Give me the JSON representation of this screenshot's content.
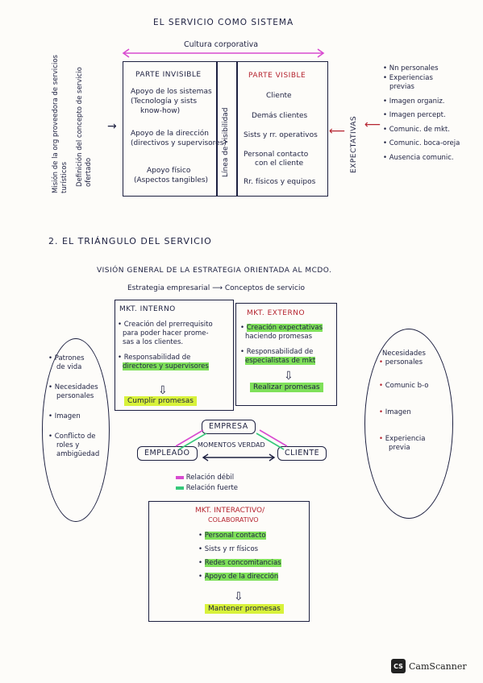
{
  "section1": {
    "title": "EL SERVICIO COMO SISTEMA",
    "culture_label": "Cultura corporativa",
    "left_vertical_1": "Misión de la org proveedora de servicios turísticos",
    "left_vertical_2": "Definición del concepto de servicio ofertado",
    "invisible": {
      "header": "PARTE INVISIBLE",
      "items": [
        [
          "Apoyo de los sistemas",
          "(Tecnología y sists",
          "know-how)"
        ],
        [
          "Apoyo de la dirección",
          "(directivos y supervisores)"
        ],
        [
          "Apoyo físico",
          "(Aspectos tangibles)"
        ]
      ]
    },
    "visibility_line": "Línea de visibilidad",
    "visible": {
      "header": "PARTE VISIBLE",
      "items": [
        "Cliente",
        "Demás clientes",
        "Sists y rr. operativos",
        "Personal contacto",
        "con el cliente",
        "Rr. físicos y equipos"
      ]
    },
    "expectations_label": "EXPECTATIVAS",
    "right_list": [
      "Nn personales",
      "Experiencias",
      "previas",
      "Imagen organiz.",
      "Imagen percept.",
      "Comunic. de mkt.",
      "Comunic. boca-oreja",
      "Ausencia comunic."
    ]
  },
  "section2": {
    "title": "2. EL TRIÁNGULO DEL SERVICIO",
    "subtitle": "VISIÓN GENERAL DE LA ESTRATEGIA ORIENTADA AL MCDO.",
    "strategy_line": "Estrategia empresarial ⟶ Conceptos de servicio",
    "internal": {
      "header": "MKT. INTERNO",
      "b1": [
        "Creación del prerrequisito",
        "para poder hacer prome-",
        "sas a los clientes."
      ],
      "b2": [
        "Responsabilidad de",
        "directores y supervisores"
      ],
      "result": "Cumplir promesas"
    },
    "external": {
      "header": "MKT. EXTERNO",
      "b1": [
        "Creación expectativas",
        "haciendo promesas"
      ],
      "b2": [
        "Responsabilidad de",
        "especialistas de mkt"
      ],
      "result": "Realizar promesas"
    },
    "left_oval": [
      "Patrones",
      "de vida",
      "Necesidades",
      "personales",
      "Imagen",
      "Conflicto de",
      "roles y",
      "ambigüedad"
    ],
    "right_oval": [
      "Necesidades",
      "personales",
      "Comunic b-o",
      "Imagen",
      "Experiencia",
      "previa"
    ],
    "nodes": {
      "empresa": "EMPRESA",
      "empleado": "EMPLEADO",
      "cliente": "CLIENTE"
    },
    "moments": "MOMENTOS VERDAD",
    "legend": {
      "weak": "Relación débil",
      "strong": "Relación fuerte",
      "weak_color": "#d84bd0",
      "strong_color": "#36c87a"
    },
    "interactive": {
      "header1": "MKT. INTERACTIVO/",
      "header2": "COLABORATIVO",
      "items": [
        "Personal contacto",
        "Sists y rr físicos",
        "Redes concomitancias",
        "Apoyo de la dirección"
      ],
      "result": "Mantener promesas"
    }
  },
  "footer": {
    "icon": "CS",
    "brand": "CamScanner"
  }
}
